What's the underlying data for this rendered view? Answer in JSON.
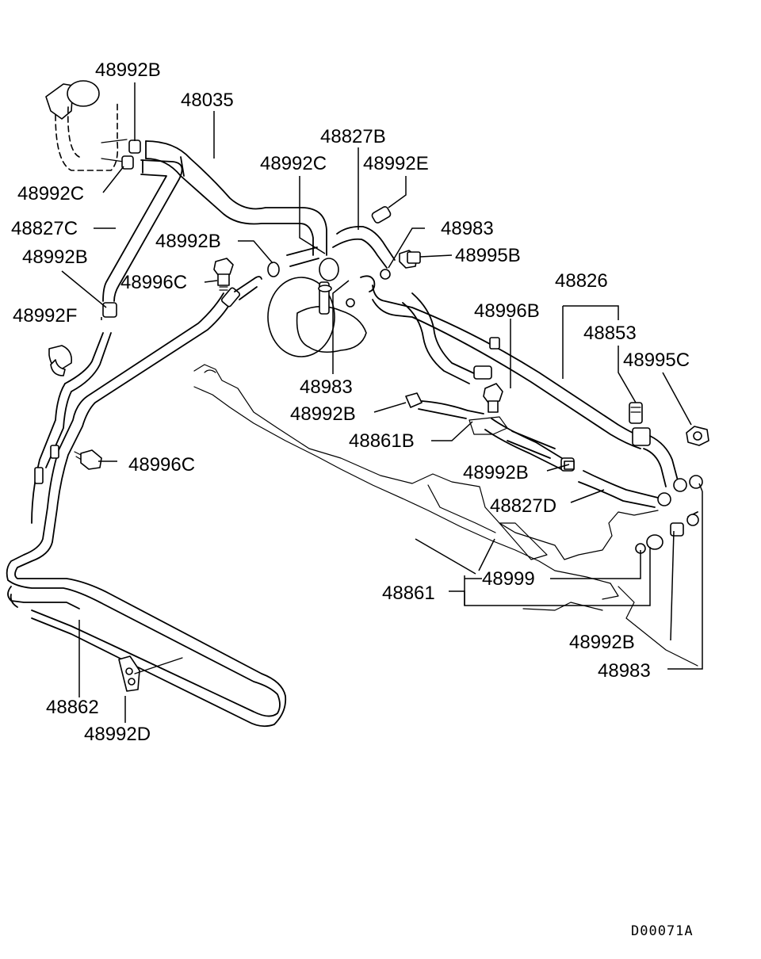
{
  "labels": {
    "l48992B_top": "48992B",
    "l48035": "48035",
    "l48827B": "48827B",
    "l48992C_mid": "48992C",
    "l48992E": "48992E",
    "l48992C_left": "48992C",
    "l48827C": "48827C",
    "l48983_top": "48983",
    "l48992B_a": "48992B",
    "l48995B": "48995B",
    "l48992B_b": "48992B",
    "l48996C_a": "48996C",
    "l48826": "48826",
    "l48992F": "48992F",
    "l48996B": "48996B",
    "l48853": "48853",
    "l48995C": "48995C",
    "l48983_mid": "48983",
    "l48992B_c": "48992B",
    "l48861B": "48861B",
    "l48996C_b": "48996C",
    "l48992B_d": "48992B",
    "l48827D": "48827D",
    "l48999": "48999",
    "l48861": "48861",
    "l48992B_e": "48992B",
    "l48983_low": "48983",
    "l48862": "48862",
    "l48992D": "48992D"
  },
  "diagram_code": "D00071A"
}
